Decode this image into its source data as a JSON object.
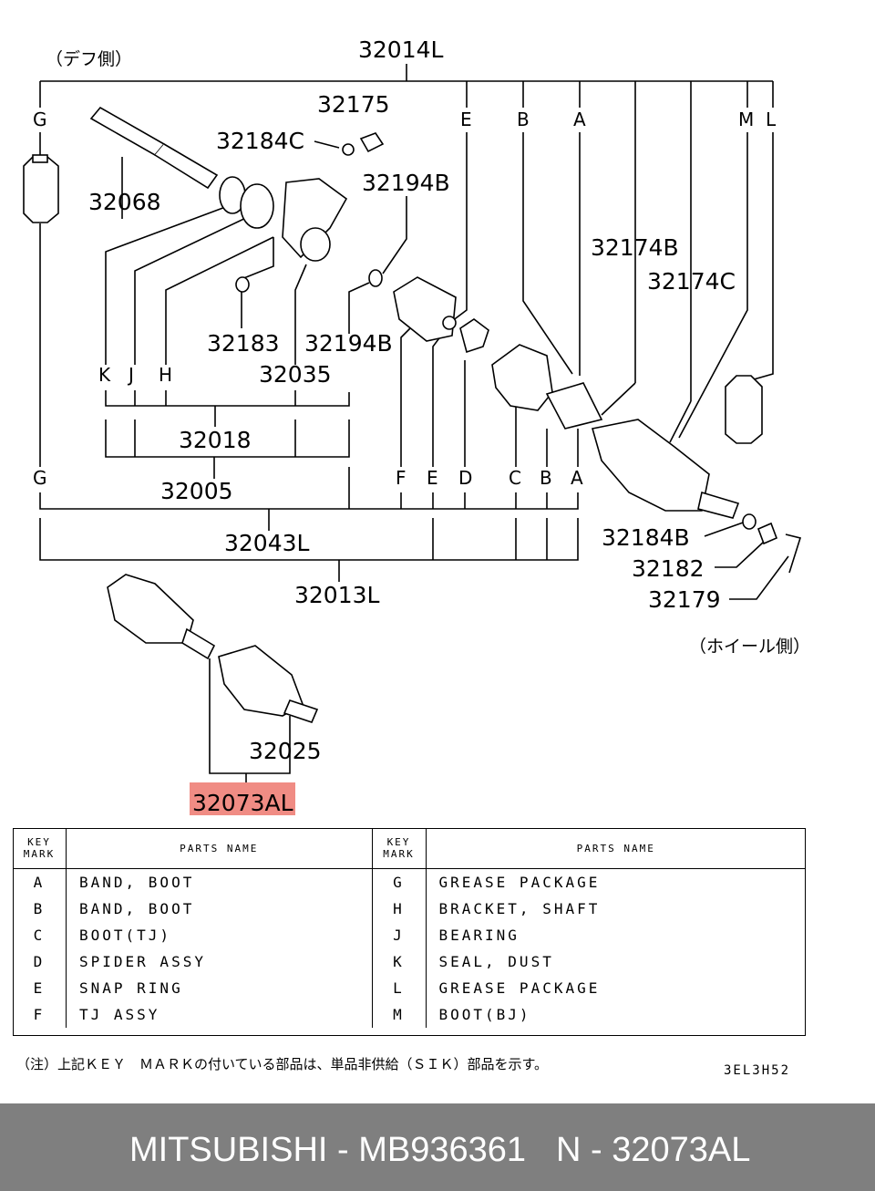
{
  "diagram": {
    "side_labels": {
      "diff_side": "（デフ側）",
      "wheel_side": "（ホイール側）"
    },
    "part_numbers": {
      "p32014L": "32014L",
      "p32175": "32175",
      "p32184C": "32184C",
      "p32194B_top": "32194B",
      "p32068": "32068",
      "p32174B": "32174B",
      "p32174C": "32174C",
      "p32183": "32183",
      "p32194B_mid": "32194B",
      "p32035": "32035",
      "p32018": "32018",
      "p32005": "32005",
      "p32043L": "32043L",
      "p32013L": "32013L",
      "p32184B": "32184B",
      "p32182": "32182",
      "p32179": "32179",
      "p32025": "32025",
      "p32073AL": "32073AL"
    },
    "key_marks_top": [
      "G",
      "E",
      "B",
      "A",
      "M",
      "L"
    ],
    "key_marks_left": [
      "K",
      "J",
      "H"
    ],
    "key_marks_row": [
      "G",
      "F",
      "E",
      "D",
      "C",
      "B",
      "A"
    ]
  },
  "parts_table": {
    "header": {
      "key_mark": "KEY MARK",
      "parts_name": "PARTS NAME"
    },
    "rows": [
      {
        "key1": "A",
        "name1": "BAND, BOOT",
        "key2": "G",
        "name2": "GREASE PACKAGE"
      },
      {
        "key1": "B",
        "name1": "BAND, BOOT",
        "key2": "H",
        "name2": "BRACKET, SHAFT"
      },
      {
        "key1": "C",
        "name1": "BOOT(TJ)",
        "key2": "J",
        "name2": "BEARING"
      },
      {
        "key1": "D",
        "name1": "SPIDER ASSY",
        "key2": "K",
        "name2": "SEAL, DUST"
      },
      {
        "key1": "E",
        "name1": "SNAP RING",
        "key2": "L",
        "name2": "GREASE PACKAGE"
      },
      {
        "key1": "F",
        "name1": "TJ ASSY",
        "key2": "M",
        "name2": "BOOT(BJ)"
      }
    ]
  },
  "note": "（注）上記ＫＥＹ　ＭＡＲＫの付いている部品は、単品非供給（ＳＩＫ）部品を示す。",
  "diagram_code": "3EL3H52",
  "footer": {
    "brand_part": "MITSUBISHI - MB936361",
    "ref": "N - 32073AL"
  },
  "colors": {
    "highlight": "#f08c84",
    "footer_bg": "#7f7f7f",
    "footer_text": "#ffffff"
  }
}
